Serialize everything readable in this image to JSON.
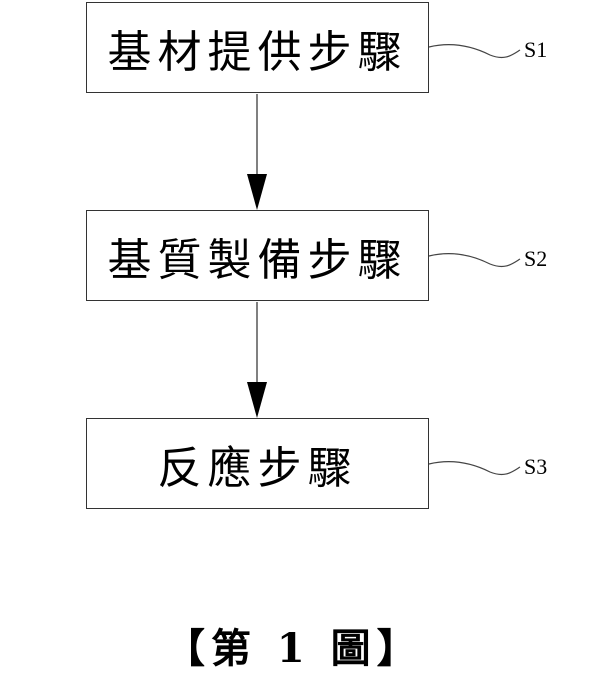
{
  "diagram": {
    "type": "flowchart",
    "steps": [
      {
        "id": "S1",
        "label": "基材提供步驟"
      },
      {
        "id": "S2",
        "label": "基質製備步驟"
      },
      {
        "id": "S3",
        "label": "反應步驟"
      }
    ],
    "edges": [
      {
        "from": "S1",
        "to": "S2"
      },
      {
        "from": "S2",
        "to": "S3"
      }
    ],
    "caption": "【第 1 圖】"
  }
}
